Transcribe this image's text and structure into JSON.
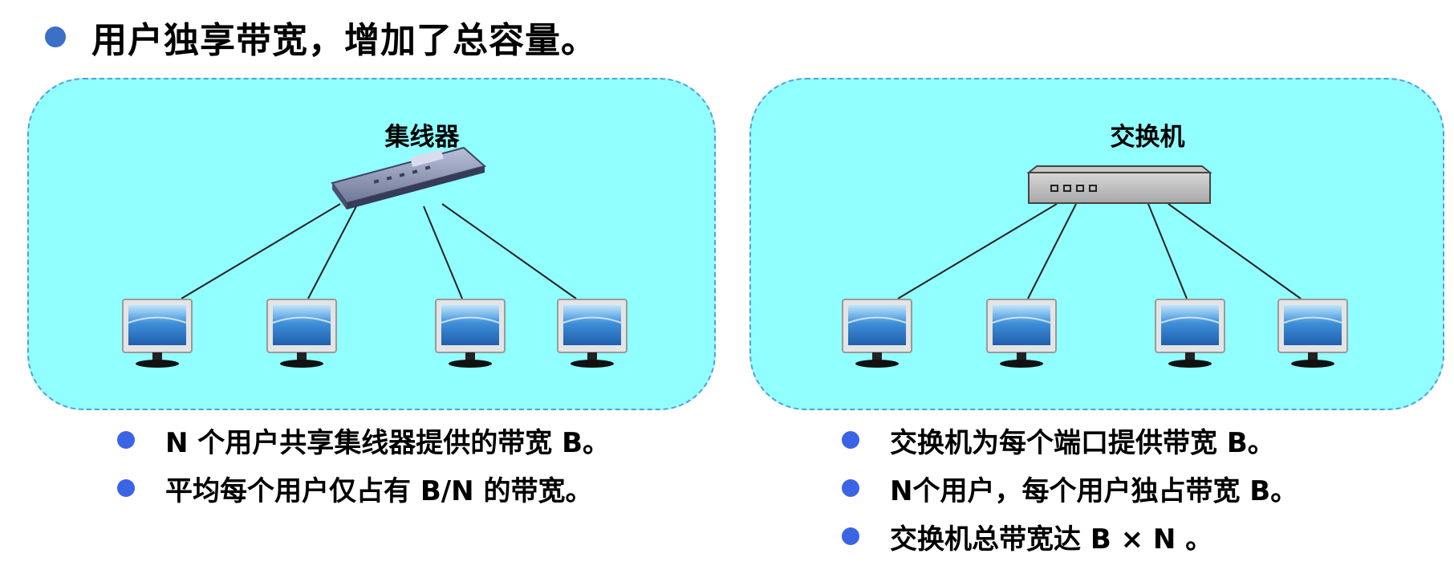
{
  "headline": "用户独享带宽，增加了总容量。",
  "colors": {
    "panel_fill": "#91feff",
    "panel_border": "#5a9bd8",
    "headline_bullet": "#3b6fc8",
    "list_bullet": "#3a64e4"
  },
  "left_panel": {
    "device_label": "集线器",
    "device_icon": "hub-icon",
    "computers": 4,
    "bullets": [
      "N 个用户共享集线器提供的带宽 B。",
      "平均每个用户仅占有 B/N 的带宽。"
    ]
  },
  "right_panel": {
    "device_label": "交换机",
    "device_icon": "switch-icon",
    "computers": 4,
    "bullets": [
      "交换机为每个端口提供带宽 B。",
      "N个用户，每个用户独占带宽 B。",
      "交换机总带宽达 B × N 。"
    ]
  }
}
